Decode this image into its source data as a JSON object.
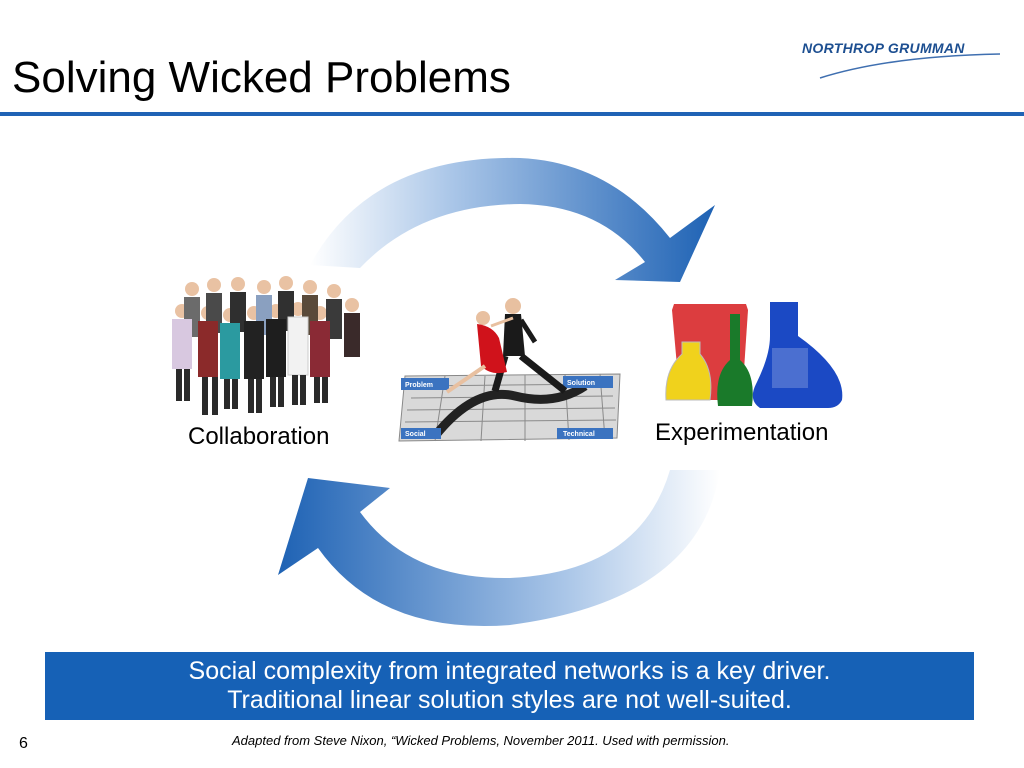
{
  "slide": {
    "title": "Solving Wicked Problems",
    "page_number": "6",
    "attribution": "Adapted from Steve Nixon, “Wicked Problems, November 2011.  Used with permission."
  },
  "logo": {
    "text": "NORTHROP GRUMMAN"
  },
  "diagram": {
    "collaboration_label": "Collaboration",
    "experimentation_label": "Experimentation",
    "quadrant_labels": [
      "Problem",
      "Solution",
      "Social",
      "Technical"
    ]
  },
  "banner": {
    "line1": "Social complexity from integrated networks is a key driver.",
    "line2": "Traditional linear solution styles are not well-suited."
  },
  "colors": {
    "accent": "#1f63b5",
    "banner": "#1661b6",
    "arrow": "#2a6fc0"
  }
}
